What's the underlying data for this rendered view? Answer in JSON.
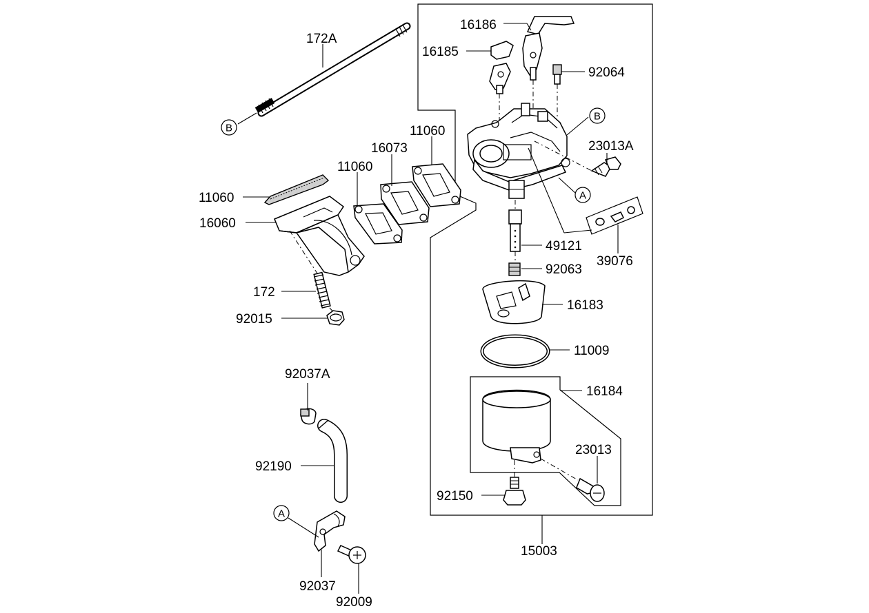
{
  "parts": {
    "p172A": "172A",
    "p16186": "16186",
    "p16185": "16185",
    "p92064": "92064",
    "p23013A": "23013A",
    "p11060_a": "11060",
    "p16073": "16073",
    "p11060_b": "11060",
    "p11060_c": "11060",
    "p16060": "16060",
    "p49121": "49121",
    "p92063": "92063",
    "p39076": "39076",
    "p172": "172",
    "p92015": "92015",
    "p16183": "16183",
    "p11009": "11009",
    "p92037A": "92037A",
    "p16184": "16184",
    "p23013": "23013",
    "p92190": "92190",
    "p92150": "92150",
    "p15003": "15003",
    "p92037": "92037",
    "p92009": "92009"
  },
  "refs": {
    "b_left": "B",
    "b_right": "B",
    "a_right": "A",
    "a_left": "A"
  }
}
